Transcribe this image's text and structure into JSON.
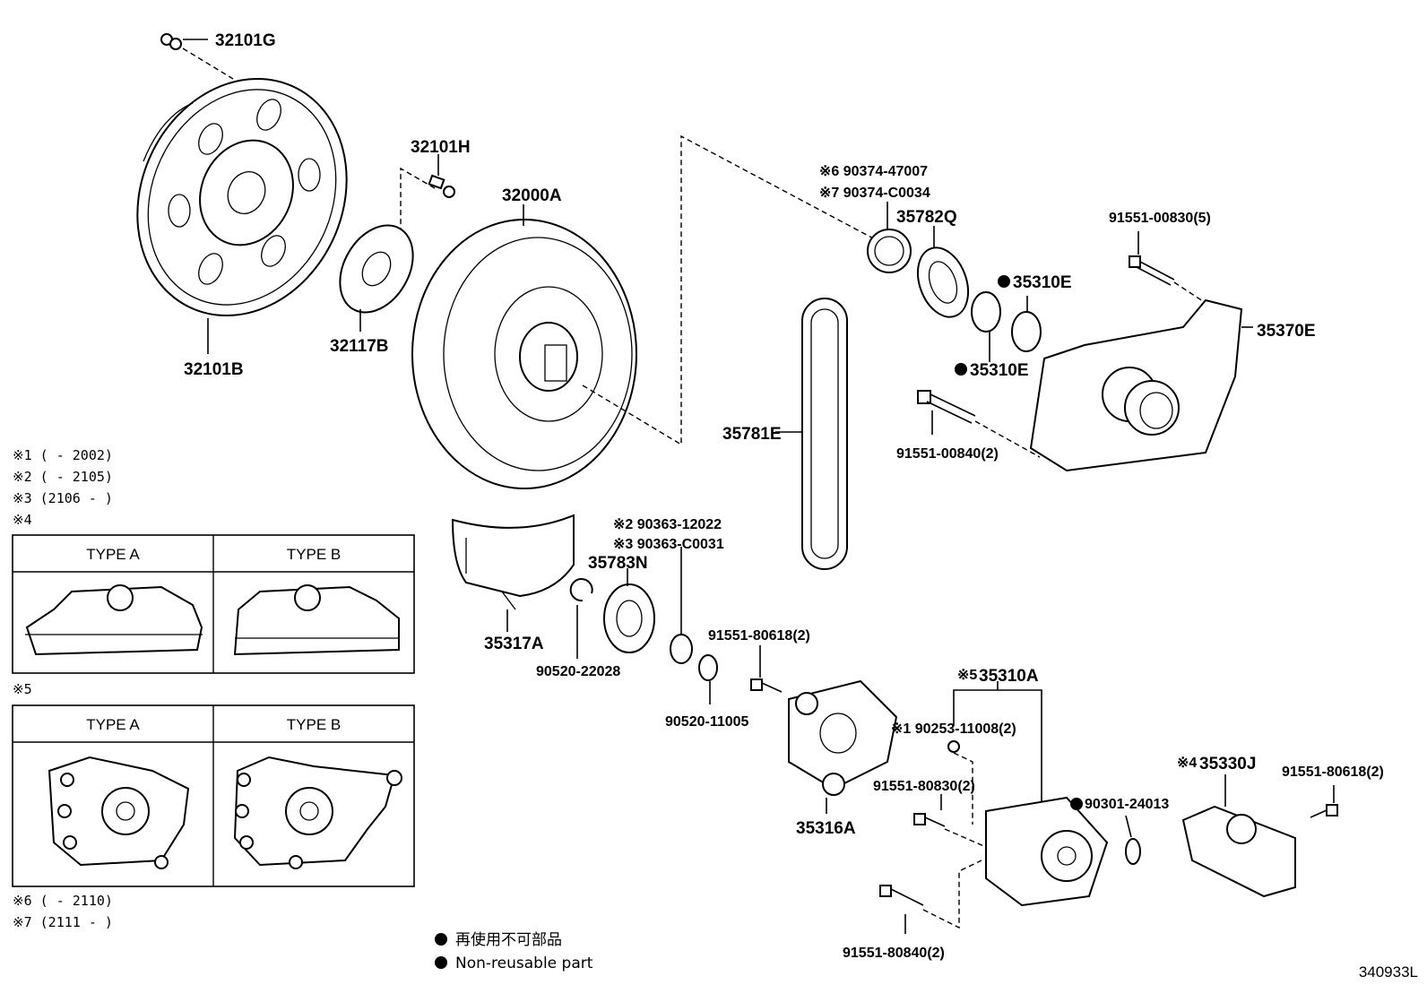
{
  "diagram_id": "340933L",
  "parts": {
    "p32101G": "32101G",
    "p32101H": "32101H",
    "p32000A": "32000A",
    "p32101B": "32101B",
    "p32117B": "32117B",
    "p90374_47007": "※6 90374-47007",
    "p90374_C0034": "※7 90374-C0034",
    "p35782Q": "35782Q",
    "p91551_00830": "91551-00830(5)",
    "p35310E_a": "35310E",
    "p35310E_b": "35310E",
    "p35370E": "35370E",
    "p35781E": "35781E",
    "p91551_00840": "91551-00840(2)",
    "p90363_12022": "※2 90363-12022",
    "p90363_C0031": "※3 90363-C0031",
    "p35783N": "35783N",
    "p35317A": "35317A",
    "p90520_22028": "90520-22028",
    "p91551_80618_a": "91551-80618(2)",
    "p90520_11005": "90520-11005",
    "p35310A": "35310A",
    "p90253_11008": "※1 90253-11008(2)",
    "p35316A": "35316A",
    "p91551_80830": "91551-80830(2)",
    "p90301_24013": "90301-24013",
    "p35330J": "35330J",
    "p91551_80618_b": "91551-80618(2)",
    "p91551_80840": "91551-80840(2)"
  },
  "marks": {
    "m5": "※5",
    "m4": "※4"
  },
  "notes": {
    "n1": "※1 (       - 2002)",
    "n2": "※2 (       - 2105)",
    "n3": "※3 (2106 -       )",
    "n4": "※4",
    "n5": "※5",
    "n6": "※6 (       - 2110)",
    "n7": "※7 (2111 -       )"
  },
  "type_tables": {
    "t4_a": "TYPE A",
    "t4_b": "TYPE B",
    "t5_a": "TYPE A",
    "t5_b": "TYPE B"
  },
  "legend": {
    "jp": "再使用不可部品",
    "en": "Non-reusable part"
  }
}
